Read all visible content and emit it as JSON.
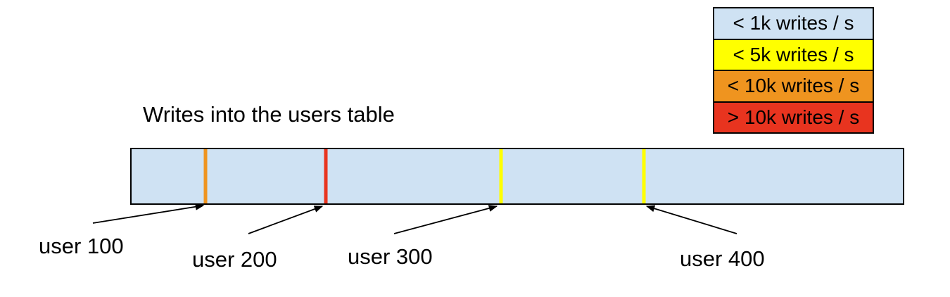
{
  "canvas": {
    "background": "#ffffff"
  },
  "title": "Writes into the users table",
  "legend": {
    "items": [
      {
        "label": "< 1k writes / s",
        "color": "#cfe2f3"
      },
      {
        "label": "< 5k writes / s",
        "color": "#ffff00"
      },
      {
        "label": "< 10k writes / s",
        "color": "#ef941f"
      },
      {
        "label": "> 10k writes / s",
        "color": "#e8341f"
      }
    ]
  },
  "bar": {
    "fill": "#cfe2f3",
    "markers": [
      {
        "label": "user 100",
        "color": "#ef941f",
        "rate_category": "< 10k writes / s",
        "position_pct": 9.6
      },
      {
        "label": "user 200",
        "color": "#e8341f",
        "rate_category": "> 10k writes / s",
        "position_pct": 25.2
      },
      {
        "label": "user 300",
        "color": "#ffff00",
        "rate_category": "< 5k writes / s",
        "position_pct": 47.9
      },
      {
        "label": "user 400",
        "color": "#ffff00",
        "rate_category": "< 5k writes / s",
        "position_pct": 66.4
      }
    ]
  }
}
